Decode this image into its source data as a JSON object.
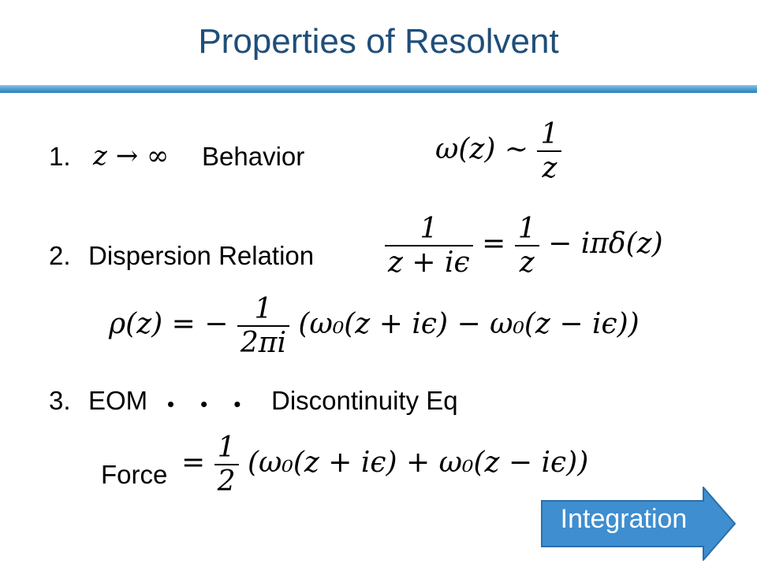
{
  "slide": {
    "title": "Properties of Resolvent"
  },
  "items": [
    {
      "number": "1.",
      "label": "Behavior",
      "limit": "z → ∞"
    },
    {
      "number": "2.",
      "label": "Dispersion Relation"
    },
    {
      "number": "3.",
      "label": "EOM",
      "dots": "・ ・ ・",
      "label2": "Discontinuity Eq"
    }
  ],
  "equations": {
    "asymptotic": {
      "lhs": "ω(z) ∼",
      "num": "1",
      "den": "z"
    },
    "dispersion": {
      "num1": "1",
      "den1": "z + iϵ",
      "eq": "=",
      "num2": "1",
      "den2": "z",
      "rest": "− iπδ(z)"
    },
    "rho": {
      "lhs": "ρ(z) = −",
      "num": "1",
      "den": "2πi",
      "body": "(ω₀(z + iϵ) − ω₀(z − iϵ))"
    },
    "force": {
      "label": "Force",
      "eq": "=",
      "num": "1",
      "den": "2",
      "body": "(ω₀(z + iϵ) + ω₀(z − iϵ))"
    }
  },
  "nav": {
    "integration_label": "Integration"
  },
  "colors": {
    "title": "#1f4e79",
    "accent": "#4f9ed3",
    "arrow_fill": "#3e8ed0"
  }
}
